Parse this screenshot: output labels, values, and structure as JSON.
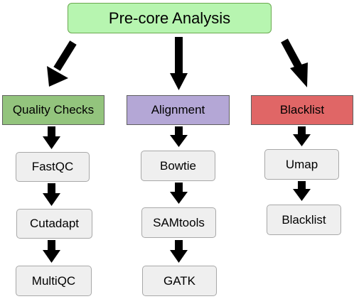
{
  "title": "Pre-core Analysis",
  "colors": {
    "root": "#b7f5b0",
    "quality": "#93c47d",
    "alignment": "#b4a7d6",
    "blacklist": "#e06666",
    "tool": "#efefef",
    "arrow": "#000000"
  },
  "columns": [
    {
      "header": "Quality Checks",
      "tools": [
        "FastQC",
        "Cutadapt",
        "MultiQC"
      ]
    },
    {
      "header": "Alignment",
      "tools": [
        "Bowtie",
        "SAMtools",
        "GATK"
      ]
    },
    {
      "header": "Blacklist",
      "tools": [
        "Umap",
        "Blacklist"
      ]
    }
  ]
}
